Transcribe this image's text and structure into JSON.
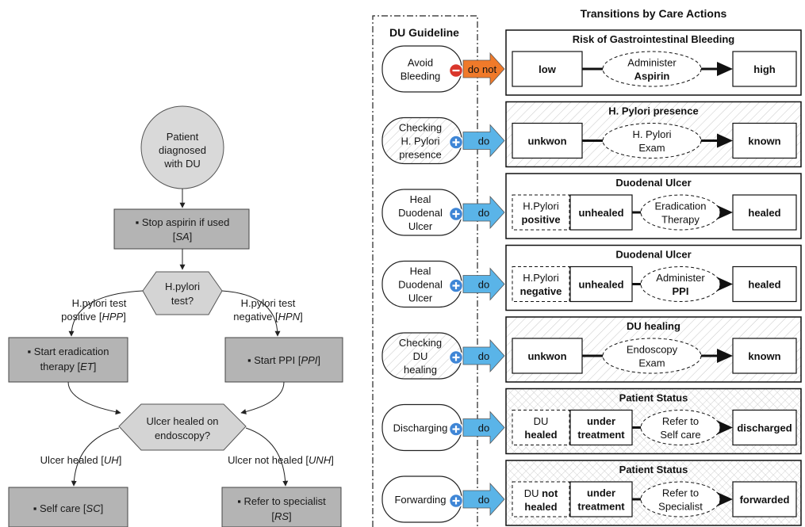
{
  "flowchart": {
    "start": [
      "Patient",
      "diagnosed",
      "with DU"
    ],
    "stop_aspirin": {
      "text": "Stop aspirin if used",
      "code": "SA"
    },
    "hpylori_test": [
      "H.pylori",
      "test?"
    ],
    "hpp_label": {
      "line1": "H.pylori test",
      "line2": "positive",
      "code": "HPP"
    },
    "hpn_label": {
      "line1": "H.pylori test",
      "line2": "negative",
      "code": "HPN"
    },
    "eradication": {
      "line1": "Start eradication",
      "line2": "therapy",
      "code": "ET"
    },
    "ppi": {
      "text": "Start PPI",
      "code": "PPI"
    },
    "ulcer_decision": [
      "Ulcer healed on",
      "endoscopy?"
    ],
    "uh_label": {
      "text": "Ulcer healed",
      "code": "UH"
    },
    "unh_label": {
      "text": "Ulcer not healed",
      "code": "UNH"
    },
    "self_care": {
      "text": "Self care",
      "code": "SC"
    },
    "refer": {
      "text": "Refer to specialist",
      "code": "RS"
    }
  },
  "transitions_title": "Transitions by Care Actions",
  "guideline_title": "DU Guideline",
  "rows": [
    {
      "goal": [
        "Avoid",
        "Bleeding"
      ],
      "sign": "minus",
      "action_type": "do not",
      "arrow_color": "#f07a2a",
      "hatch": false,
      "section": "Risk of Gastrointestinal Bleeding",
      "bg": "plain",
      "pre": null,
      "from": [
        "low"
      ],
      "action": [
        "Administer",
        "Aspirin"
      ],
      "action_bold": [
        false,
        true
      ],
      "to": [
        "high"
      ]
    },
    {
      "goal": [
        "Checking",
        "H. Pylori",
        "presence"
      ],
      "sign": "plus",
      "action_type": "do",
      "arrow_color": "#5ab4e8",
      "hatch": true,
      "section": "H. Pylori presence",
      "bg": "hatch",
      "pre": null,
      "from": [
        "unkwon"
      ],
      "action": [
        "H. Pylori",
        "Exam"
      ],
      "action_bold": [
        false,
        false
      ],
      "to": [
        "known"
      ]
    },
    {
      "goal": [
        "Heal",
        "Duodenal",
        "Ulcer"
      ],
      "sign": "plus",
      "action_type": "do",
      "arrow_color": "#5ab4e8",
      "hatch": false,
      "section": "Duodenal Ulcer",
      "bg": "plain",
      "pre": [
        "H.Pylori",
        "positive"
      ],
      "pre_bold": [
        false,
        true
      ],
      "from": [
        "unhealed"
      ],
      "action": [
        "Eradication",
        "Therapy"
      ],
      "action_bold": [
        false,
        false
      ],
      "to": [
        "healed"
      ]
    },
    {
      "goal": [
        "Heal",
        "Duodenal",
        "Ulcer"
      ],
      "sign": "plus",
      "action_type": "do",
      "arrow_color": "#5ab4e8",
      "hatch": false,
      "section": "Duodenal Ulcer",
      "bg": "plain",
      "pre": [
        "H.Pylori",
        "negative"
      ],
      "pre_bold": [
        false,
        true
      ],
      "from": [
        "unhealed"
      ],
      "action": [
        "Administer",
        "PPI"
      ],
      "action_bold": [
        false,
        true
      ],
      "to": [
        "healed"
      ]
    },
    {
      "goal": [
        "Checking",
        "DU",
        "healing"
      ],
      "sign": "plus",
      "action_type": "do",
      "arrow_color": "#5ab4e8",
      "hatch": true,
      "section": "DU healing",
      "bg": "hatch",
      "pre": null,
      "from": [
        "unkwon"
      ],
      "action": [
        "Endoscopy",
        "Exam"
      ],
      "action_bold": [
        false,
        false
      ],
      "to": [
        "known"
      ]
    },
    {
      "goal": [
        "Discharging"
      ],
      "sign": "plus",
      "action_type": "do",
      "arrow_color": "#5ab4e8",
      "hatch": false,
      "section": "Patient Status",
      "bg": "cross",
      "pre": [
        "DU",
        "healed"
      ],
      "pre_bold": [
        false,
        true
      ],
      "from": [
        "under",
        "treatment"
      ],
      "action": [
        "Refer to",
        "Self care"
      ],
      "action_bold": [
        false,
        false
      ],
      "to": [
        "discharged"
      ]
    },
    {
      "goal": [
        "Forwarding"
      ],
      "sign": "plus",
      "action_type": "do",
      "arrow_color": "#5ab4e8",
      "hatch": false,
      "section": "Patient Status",
      "bg": "cross",
      "pre": [
        "DU not",
        "healed"
      ],
      "pre_bold": [
        false,
        true
      ],
      "pre_mixed": true,
      "from": [
        "under",
        "treatment"
      ],
      "action": [
        "Refer to",
        "Specialist"
      ],
      "action_bold": [
        false,
        false
      ],
      "to": [
        "forwarded"
      ]
    }
  ]
}
